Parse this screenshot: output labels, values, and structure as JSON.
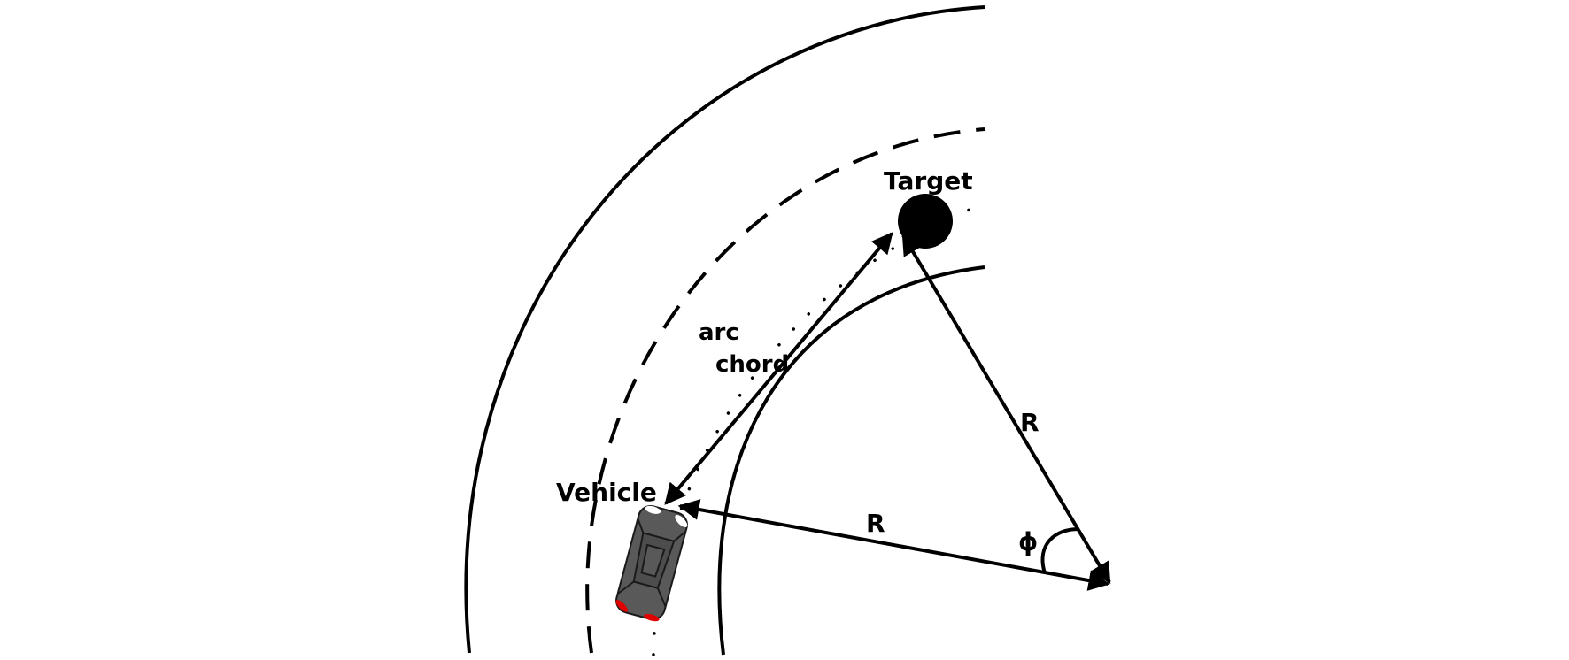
{
  "labels": {
    "target": "Target",
    "vehicle": "Vehicle",
    "arc": "arc",
    "chord": "chord",
    "radius_upper": "R",
    "radius_lower": "R",
    "angle": "ϕ"
  },
  "colors": {
    "stroke": "#000000",
    "vehicle_body": "#595959",
    "vehicle_lines": "#1a1a1a",
    "headlight": "#ffffff",
    "taillight": "#e00000"
  }
}
